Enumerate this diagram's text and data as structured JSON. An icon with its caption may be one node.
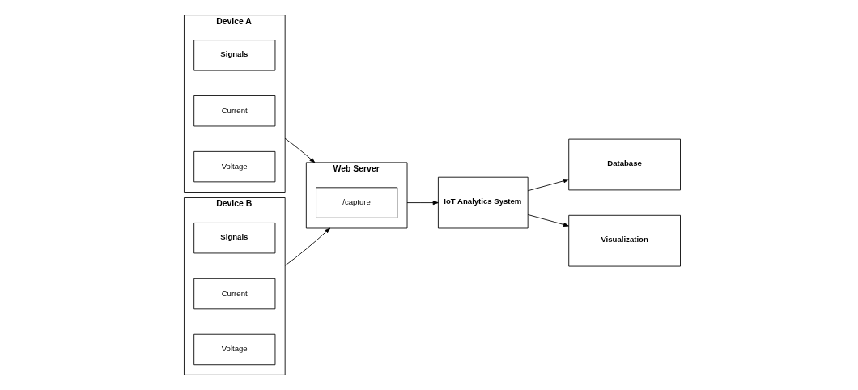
{
  "diagram": {
    "nodes": [
      {
        "text": [
          "Device A"
        ]
      },
      {
        "text": [
          "Signals"
        ],
        "in": 0
      },
      {
        "text": [
          "Current"
        ],
        "in": 0
      },
      {
        "text": [
          "Voltage"
        ],
        "in": 0
      },
      {
        "text": [
          "Device B"
        ]
      },
      {
        "text": [
          "Signals"
        ],
        "in": 4
      },
      {
        "text": [
          "Current"
        ],
        "in": 4
      },
      {
        "text": [
          "Voltage"
        ],
        "in": 4
      },
      {
        "text": [
          "Web Server"
        ]
      },
      {
        "text": [
          "/capture"
        ],
        "in": 8
      },
      {
        "text": [
          "IoT Analytics System"
        ]
      },
      {
        "text": [
          "Database"
        ]
      },
      {
        "text": [
          "Visualization"
        ]
      }
    ],
    "edges": [
      {
        "from": 0,
        "to": 8,
        "arrow": "to"
      },
      {
        "from": 4,
        "to": 8,
        "arrow": "to"
      },
      {
        "from": 8,
        "to": 10,
        "arrow": "to"
      },
      {
        "from": 10,
        "to": 11,
        "arrow": "to"
      },
      {
        "from": 10,
        "to": 12,
        "arrow": "to"
      }
    ]
  }
}
